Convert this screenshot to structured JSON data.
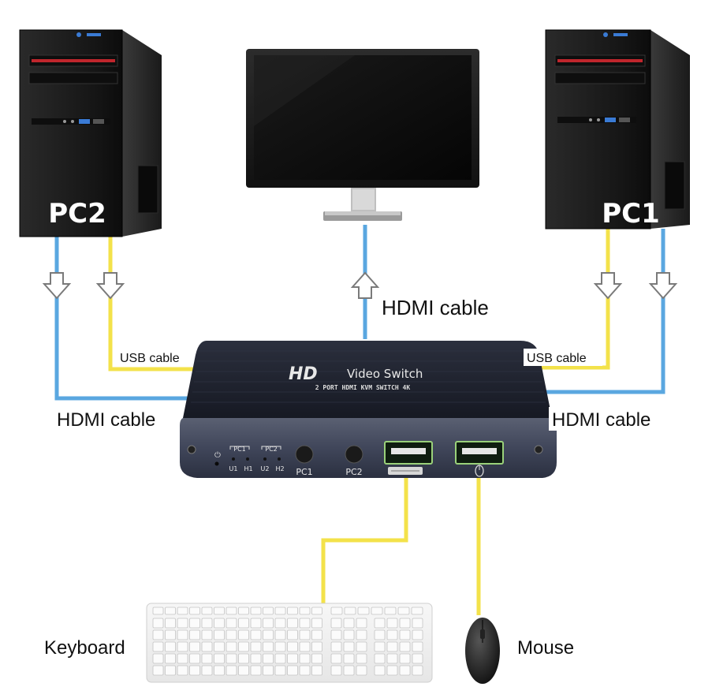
{
  "diagram": {
    "pc_left_label": "PC2",
    "pc_right_label": "PC1",
    "monitor_cable_label": "HDMI cable",
    "left_usb_label": "USB cable",
    "right_usb_label": "USB cable",
    "left_hdmi_label": "HDMI cable",
    "right_hdmi_label": "HDMI cable",
    "keyboard_label": "Keyboard",
    "mouse_label": "Mouse"
  },
  "switch_box": {
    "logo_text": "HD",
    "title_text": "Video Switch",
    "subtitle_text": "2 PORT HDMI KVM SWITCH 4K",
    "pc1_indicator": "PC1",
    "pc2_indicator": "PC2",
    "u1": "U1",
    "h1": "H1",
    "u2": "U2",
    "h2": "H2",
    "button_pc1": "PC1",
    "button_pc2": "PC2"
  },
  "colors": {
    "hdmi_cable": "#5aa7e0",
    "usb_cable": "#f3e24a",
    "device_dark": "#1c1f2a"
  }
}
